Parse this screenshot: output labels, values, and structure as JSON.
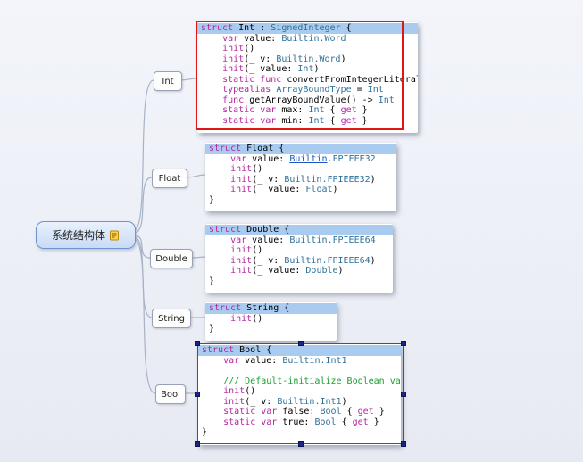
{
  "root": {
    "label": "系统结构体"
  },
  "nodes": [
    {
      "label": "Int"
    },
    {
      "label": "Float"
    },
    {
      "label": "Double"
    },
    {
      "label": "String"
    },
    {
      "label": "Bool"
    }
  ],
  "colors": {
    "kw": "#b4269e",
    "ty": "#2f7199",
    "pl": "#000000",
    "cm": "#18a12e",
    "ln": "#1a56c4",
    "hl": "#a9cbf0",
    "selection_red": "#e01616",
    "selection_blue": "#3947c8",
    "handle": "#1a2587",
    "root_border": "#6f94cc",
    "root_bg_top": "#e9f1fc",
    "root_bg_bottom": "#c8dbf6",
    "canvas_top": "#f3f5fb",
    "canvas_bottom": "#e7eaf2",
    "connector": "#a8b2c6"
  },
  "code_boxes": [
    {
      "name": "Int",
      "lines": [
        {
          "hl": true,
          "tokens": [
            {
              "t": "struct",
              "c": "kw"
            },
            {
              "t": " Int : ",
              "c": "pl"
            },
            {
              "t": "SignedInteger",
              "c": "ty"
            },
            {
              "t": " {",
              "c": "pl"
            }
          ]
        },
        {
          "tokens": [
            {
              "t": "    ",
              "c": "pl"
            },
            {
              "t": "var",
              "c": "kw"
            },
            {
              "t": " value: ",
              "c": "pl"
            },
            {
              "t": "Builtin.Word",
              "c": "ty"
            }
          ]
        },
        {
          "tokens": [
            {
              "t": "    ",
              "c": "pl"
            },
            {
              "t": "init",
              "c": "kw"
            },
            {
              "t": "()",
              "c": "pl"
            }
          ]
        },
        {
          "tokens": [
            {
              "t": "    ",
              "c": "pl"
            },
            {
              "t": "init",
              "c": "kw"
            },
            {
              "t": "(_ v: ",
              "c": "pl"
            },
            {
              "t": "Builtin.Word",
              "c": "ty"
            },
            {
              "t": ")",
              "c": "pl"
            }
          ]
        },
        {
          "tokens": [
            {
              "t": "    ",
              "c": "pl"
            },
            {
              "t": "init",
              "c": "kw"
            },
            {
              "t": "(_ value: ",
              "c": "pl"
            },
            {
              "t": "Int",
              "c": "ty"
            },
            {
              "t": ")",
              "c": "pl"
            }
          ]
        },
        {
          "tokens": [
            {
              "t": "    ",
              "c": "pl"
            },
            {
              "t": "static",
              "c": "kw"
            },
            {
              "t": " ",
              "c": "pl"
            },
            {
              "t": "func",
              "c": "kw"
            },
            {
              "t": " convertFromIntegerLiteral(value:",
              "c": "pl"
            }
          ]
        },
        {
          "tokens": [
            {
              "t": "    ",
              "c": "pl"
            },
            {
              "t": "typealias",
              "c": "kw"
            },
            {
              "t": " ",
              "c": "pl"
            },
            {
              "t": "ArrayBoundType",
              "c": "ty"
            },
            {
              "t": " = ",
              "c": "pl"
            },
            {
              "t": "Int",
              "c": "ty"
            }
          ]
        },
        {
          "tokens": [
            {
              "t": "    ",
              "c": "pl"
            },
            {
              "t": "func",
              "c": "kw"
            },
            {
              "t": " getArrayBoundValue() -> ",
              "c": "pl"
            },
            {
              "t": "Int",
              "c": "ty"
            }
          ]
        },
        {
          "tokens": [
            {
              "t": "    ",
              "c": "pl"
            },
            {
              "t": "static",
              "c": "kw"
            },
            {
              "t": " ",
              "c": "pl"
            },
            {
              "t": "var",
              "c": "kw"
            },
            {
              "t": " max: ",
              "c": "pl"
            },
            {
              "t": "Int",
              "c": "ty"
            },
            {
              "t": " { ",
              "c": "pl"
            },
            {
              "t": "get",
              "c": "kw"
            },
            {
              "t": " }",
              "c": "pl"
            }
          ]
        },
        {
          "tokens": [
            {
              "t": "    ",
              "c": "pl"
            },
            {
              "t": "static",
              "c": "kw"
            },
            {
              "t": " ",
              "c": "pl"
            },
            {
              "t": "var",
              "c": "kw"
            },
            {
              "t": " min: ",
              "c": "pl"
            },
            {
              "t": "Int",
              "c": "ty"
            },
            {
              "t": " { ",
              "c": "pl"
            },
            {
              "t": "get",
              "c": "kw"
            },
            {
              "t": " }",
              "c": "pl"
            }
          ]
        }
      ]
    },
    {
      "name": "Float",
      "lines": [
        {
          "hl": true,
          "tokens": [
            {
              "t": "struct",
              "c": "kw"
            },
            {
              "t": " Float {",
              "c": "pl"
            }
          ]
        },
        {
          "tokens": [
            {
              "t": "    ",
              "c": "pl"
            },
            {
              "t": "var",
              "c": "kw"
            },
            {
              "t": " value: ",
              "c": "pl"
            },
            {
              "t": "Builtin",
              "c": "ln"
            },
            {
              "t": ".FPIEEE32",
              "c": "ty"
            }
          ]
        },
        {
          "tokens": [
            {
              "t": "    ",
              "c": "pl"
            },
            {
              "t": "init",
              "c": "kw"
            },
            {
              "t": "()",
              "c": "pl"
            }
          ]
        },
        {
          "tokens": [
            {
              "t": "    ",
              "c": "pl"
            },
            {
              "t": "init",
              "c": "kw"
            },
            {
              "t": "(_ v: ",
              "c": "pl"
            },
            {
              "t": "Builtin.FPIEEE32",
              "c": "ty"
            },
            {
              "t": ")",
              "c": "pl"
            }
          ]
        },
        {
          "tokens": [
            {
              "t": "    ",
              "c": "pl"
            },
            {
              "t": "init",
              "c": "kw"
            },
            {
              "t": "(_ value: ",
              "c": "pl"
            },
            {
              "t": "Float",
              "c": "ty"
            },
            {
              "t": ")",
              "c": "pl"
            }
          ]
        },
        {
          "tokens": [
            {
              "t": "}",
              "c": "pl"
            }
          ]
        }
      ]
    },
    {
      "name": "Double",
      "lines": [
        {
          "hl": true,
          "tokens": [
            {
              "t": "struct",
              "c": "kw"
            },
            {
              "t": " Double {",
              "c": "pl"
            }
          ]
        },
        {
          "tokens": [
            {
              "t": "    ",
              "c": "pl"
            },
            {
              "t": "var",
              "c": "kw"
            },
            {
              "t": " value: ",
              "c": "pl"
            },
            {
              "t": "Builtin.FPIEEE64",
              "c": "ty"
            }
          ]
        },
        {
          "tokens": [
            {
              "t": "    ",
              "c": "pl"
            },
            {
              "t": "init",
              "c": "kw"
            },
            {
              "t": "()",
              "c": "pl"
            }
          ]
        },
        {
          "tokens": [
            {
              "t": "    ",
              "c": "pl"
            },
            {
              "t": "init",
              "c": "kw"
            },
            {
              "t": "(_ v: ",
              "c": "pl"
            },
            {
              "t": "Builtin.FPIEEE64",
              "c": "ty"
            },
            {
              "t": ")",
              "c": "pl"
            }
          ]
        },
        {
          "tokens": [
            {
              "t": "    ",
              "c": "pl"
            },
            {
              "t": "init",
              "c": "kw"
            },
            {
              "t": "(_ value: ",
              "c": "pl"
            },
            {
              "t": "Double",
              "c": "ty"
            },
            {
              "t": ")",
              "c": "pl"
            }
          ]
        },
        {
          "tokens": [
            {
              "t": "}",
              "c": "pl"
            }
          ]
        }
      ]
    },
    {
      "name": "String",
      "lines": [
        {
          "hl": true,
          "tokens": [
            {
              "t": "struct",
              "c": "kw"
            },
            {
              "t": " String {",
              "c": "pl"
            }
          ]
        },
        {
          "tokens": [
            {
              "t": "    ",
              "c": "pl"
            },
            {
              "t": "init",
              "c": "kw"
            },
            {
              "t": "()",
              "c": "pl"
            }
          ]
        },
        {
          "tokens": [
            {
              "t": "}",
              "c": "pl"
            }
          ]
        }
      ]
    },
    {
      "name": "Bool",
      "lines": [
        {
          "hl": true,
          "tokens": [
            {
              "t": "struct",
              "c": "kw"
            },
            {
              "t": " Bool {",
              "c": "pl"
            }
          ]
        },
        {
          "tokens": [
            {
              "t": "    ",
              "c": "pl"
            },
            {
              "t": "var",
              "c": "kw"
            },
            {
              "t": " value: ",
              "c": "pl"
            },
            {
              "t": "Builtin.Int1",
              "c": "ty"
            }
          ]
        },
        {
          "tokens": []
        },
        {
          "tokens": [
            {
              "t": "    /// Default-initialize Boolean va",
              "c": "cm"
            }
          ]
        },
        {
          "tokens": [
            {
              "t": "    ",
              "c": "pl"
            },
            {
              "t": "init",
              "c": "kw"
            },
            {
              "t": "()",
              "c": "pl"
            }
          ]
        },
        {
          "tokens": [
            {
              "t": "    ",
              "c": "pl"
            },
            {
              "t": "init",
              "c": "kw"
            },
            {
              "t": "(_ v: ",
              "c": "pl"
            },
            {
              "t": "Builtin.Int1",
              "c": "ty"
            },
            {
              "t": ")",
              "c": "pl"
            }
          ]
        },
        {
          "tokens": [
            {
              "t": "    ",
              "c": "pl"
            },
            {
              "t": "static",
              "c": "kw"
            },
            {
              "t": " ",
              "c": "pl"
            },
            {
              "t": "var",
              "c": "kw"
            },
            {
              "t": " false: ",
              "c": "pl"
            },
            {
              "t": "Bool",
              "c": "ty"
            },
            {
              "t": " { ",
              "c": "pl"
            },
            {
              "t": "get",
              "c": "kw"
            },
            {
              "t": " }",
              "c": "pl"
            }
          ]
        },
        {
          "tokens": [
            {
              "t": "    ",
              "c": "pl"
            },
            {
              "t": "static",
              "c": "kw"
            },
            {
              "t": " ",
              "c": "pl"
            },
            {
              "t": "var",
              "c": "kw"
            },
            {
              "t": " true: ",
              "c": "pl"
            },
            {
              "t": "Bool",
              "c": "ty"
            },
            {
              "t": " { ",
              "c": "pl"
            },
            {
              "t": "get",
              "c": "kw"
            },
            {
              "t": " }",
              "c": "pl"
            }
          ]
        },
        {
          "tokens": [
            {
              "t": "}",
              "c": "pl"
            }
          ]
        }
      ]
    }
  ]
}
